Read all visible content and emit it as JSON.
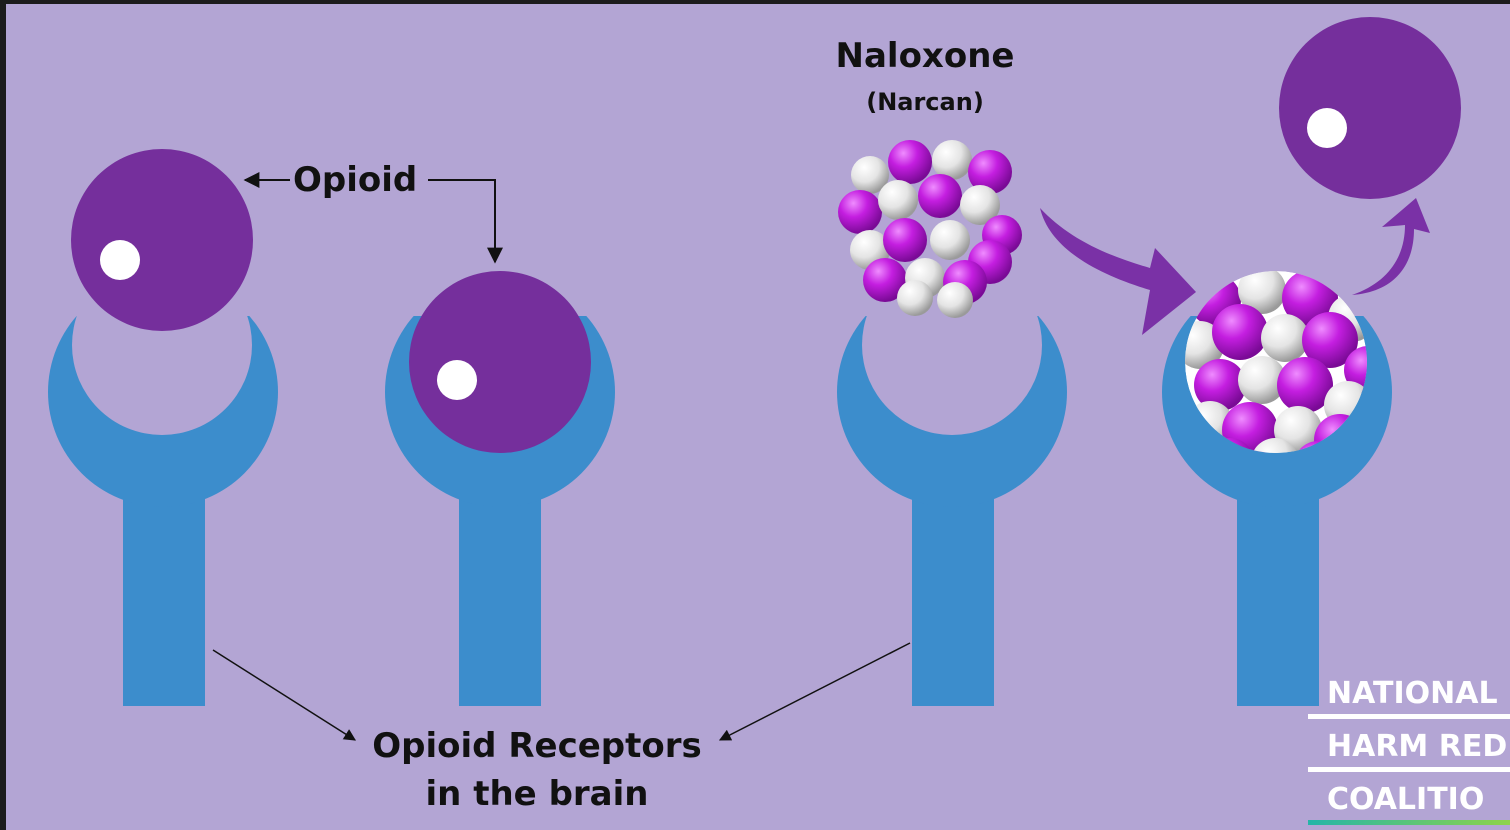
{
  "labels": {
    "opioid": "Opioid",
    "naloxone": "Naloxone",
    "narcan": "(Narcan)",
    "receptors_line1": "Opioid Receptors",
    "receptors_line2": "in the brain"
  },
  "logo": {
    "line1": "NATIONAL",
    "line2": "HARM RED",
    "line3": "COALITIO"
  },
  "colors": {
    "background": "#b3a5d4",
    "frame": "#1c1c1c",
    "receptor": "#3c8dcc",
    "opioid": "#752f9c",
    "naloxone_purple": "#c41ee0",
    "naloxone_white": "#e4e4e4",
    "arrow": "#7a31a6",
    "text": "#111111",
    "logo_text": "#ffffff"
  }
}
